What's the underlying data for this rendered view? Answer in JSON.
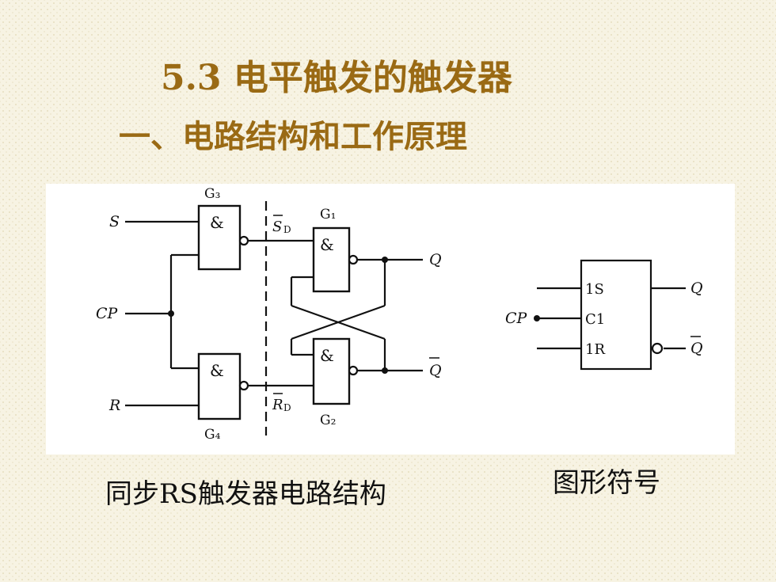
{
  "title": "5.3  电平触发的触发器",
  "subtitle": "一、电路结构和工作原理",
  "circuit": {
    "inputs": {
      "s": "S",
      "cp": "CP",
      "r": "R"
    },
    "gates": {
      "g3": {
        "name": "G₃",
        "symbol": "&"
      },
      "g4": {
        "name": "G₄",
        "symbol": "&"
      },
      "g1": {
        "name": "G₁",
        "symbol": "&"
      },
      "g2": {
        "name": "G₂",
        "symbol": "&"
      }
    },
    "signals": {
      "sd_main": "S",
      "sd_sub": "D",
      "rd_main": "R",
      "rd_sub": "D"
    },
    "outputs": {
      "q": "Q",
      "qbar": "Q"
    }
  },
  "symbol": {
    "pins": {
      "s1": "1S",
      "c1": "C1",
      "r1": "1R"
    },
    "cp_label": "CP",
    "outputs": {
      "q": "Q",
      "qbar": "Q"
    }
  },
  "captions": {
    "left": "同步RS触发器电路结构",
    "right": "图形符号"
  }
}
